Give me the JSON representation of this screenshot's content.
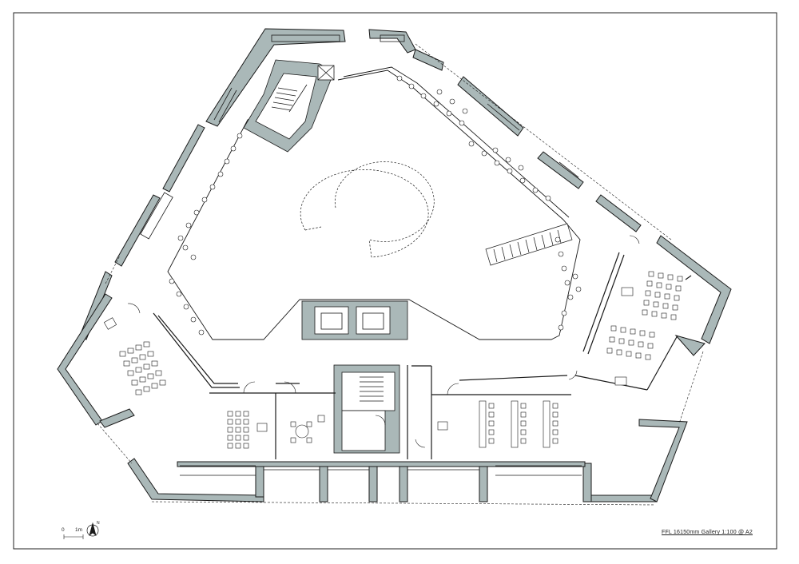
{
  "drawing": {
    "title": "FFL 16150mm Gallery 1:100 @ A2",
    "scale_bar": {
      "zero": "0",
      "one": "1m"
    },
    "north_label": "N"
  },
  "colors": {
    "wall_fill": "#aab8b8",
    "line": "#1a1a1a",
    "paper": "#ffffff"
  },
  "icons": [
    "north-arrow-icon",
    "scale-bar-icon",
    "lift-icon",
    "stair-icon",
    "escalator-icon"
  ]
}
